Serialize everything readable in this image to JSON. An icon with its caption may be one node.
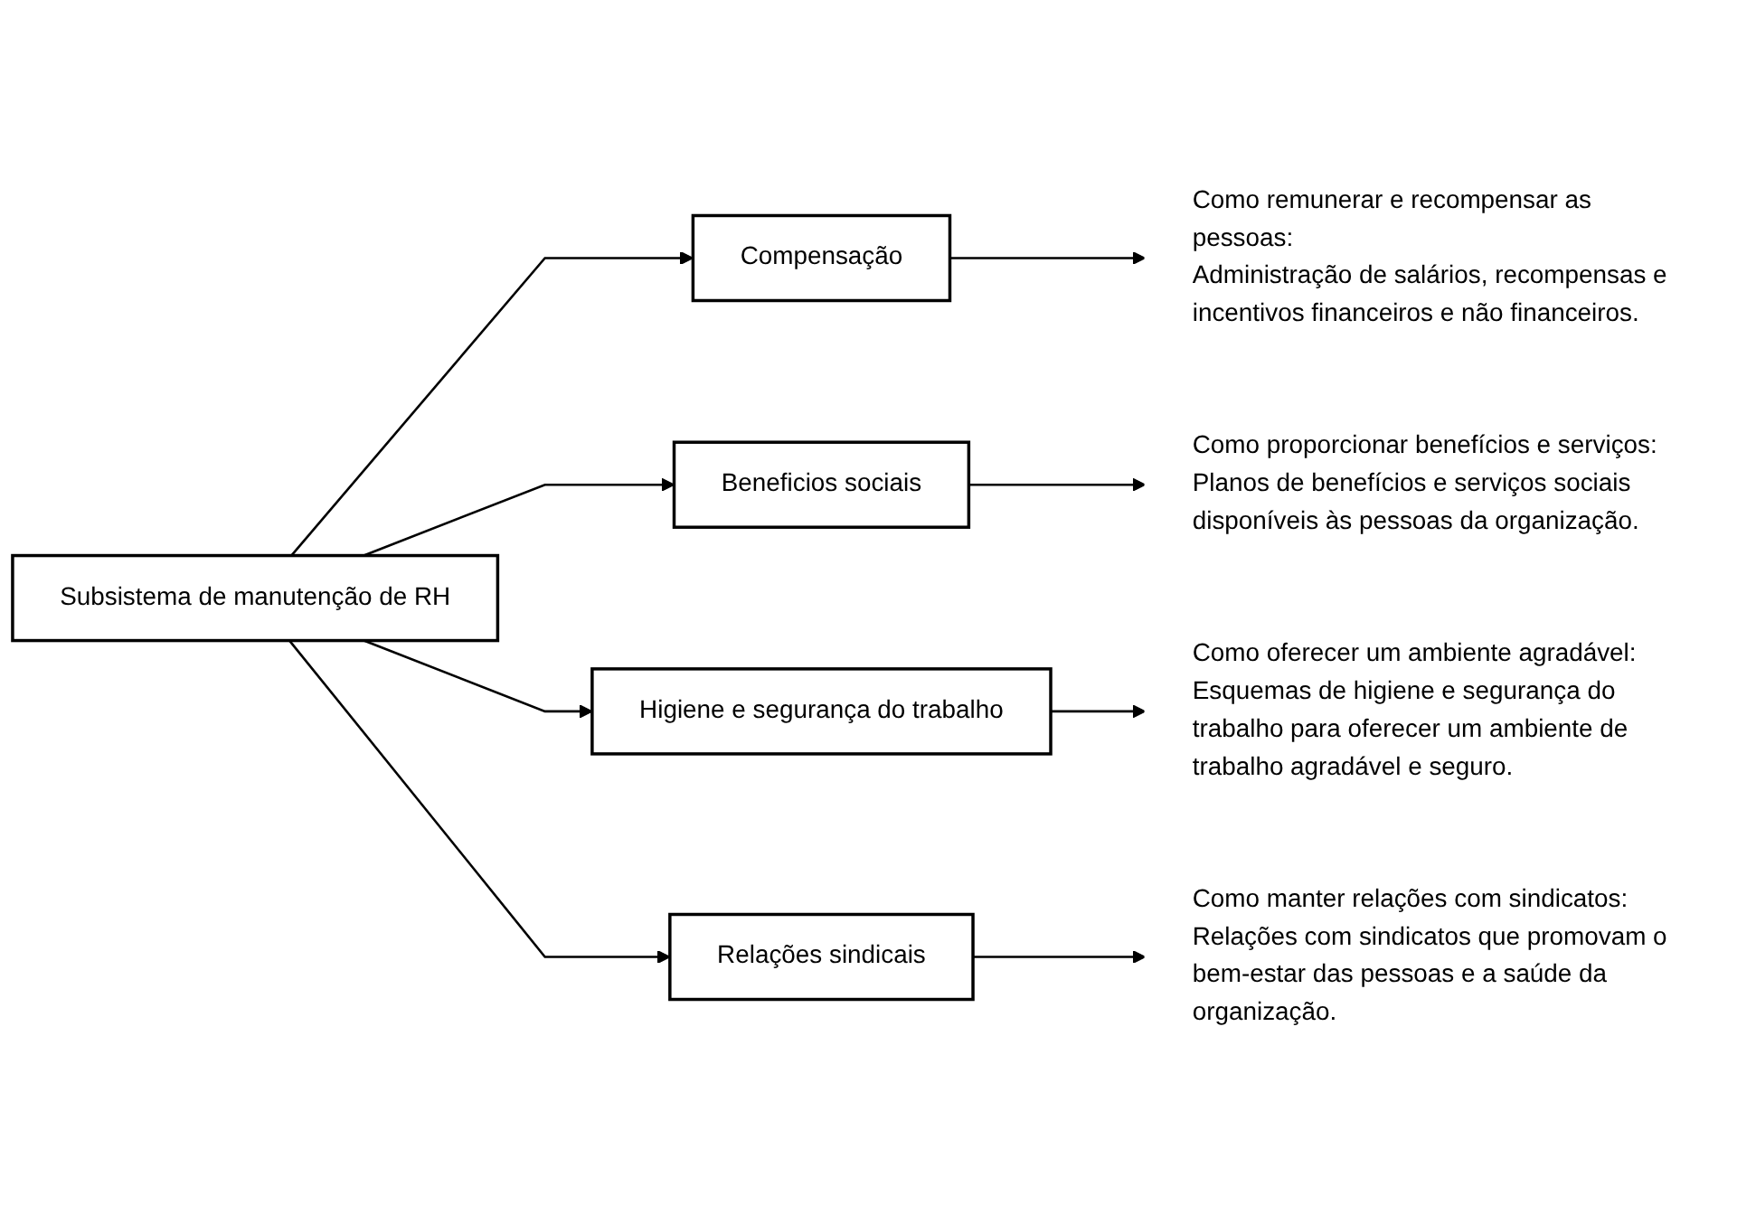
{
  "diagram": {
    "nodes": [
      {
        "text": [
          "Subsistema de manutenção de RH"
        ]
      },
      {
        "text": [
          "Compensação"
        ]
      },
      {
        "text": [
          "Como remunerar e recompensar as pessoas:",
          "Administração de salários, recompensas e incentivos financeiros e não financeiros."
        ]
      },
      {
        "text": [
          "Beneficios sociais"
        ]
      },
      {
        "text": [
          "Como proporcionar benefícios e serviços:",
          "Planos de benefícios e serviços sociais disponíveis às pessoas da organização."
        ]
      },
      {
        "text": [
          "Higiene e segurança do trabalho"
        ]
      },
      {
        "text": [
          "Como oferecer um ambiente agradável:",
          "Esquemas de higiene e segurança do trabalho para oferecer um ambiente de trabalho agradável e seguro."
        ]
      },
      {
        "text": [
          "Relações sindicais"
        ]
      },
      {
        "text": [
          "Como manter relações com sindicatos:",
          "Relações com sindicatos que promovam o bem-estar das pessoas e a saúde da organização."
        ]
      }
    ],
    "edges": [
      {
        "from": 0,
        "to": 1,
        "arrow": "to"
      },
      {
        "from": 0,
        "to": 3,
        "arrow": "to"
      },
      {
        "from": 0,
        "to": 5,
        "arrow": "to"
      },
      {
        "from": 0,
        "to": 7,
        "arrow": "to"
      },
      {
        "from": 1,
        "to": 2,
        "arrow": "to"
      },
      {
        "from": 3,
        "to": 4,
        "arrow": "to"
      },
      {
        "from": 5,
        "to": 6,
        "arrow": "to"
      },
      {
        "from": 7,
        "to": 8,
        "arrow": "to"
      }
    ]
  }
}
